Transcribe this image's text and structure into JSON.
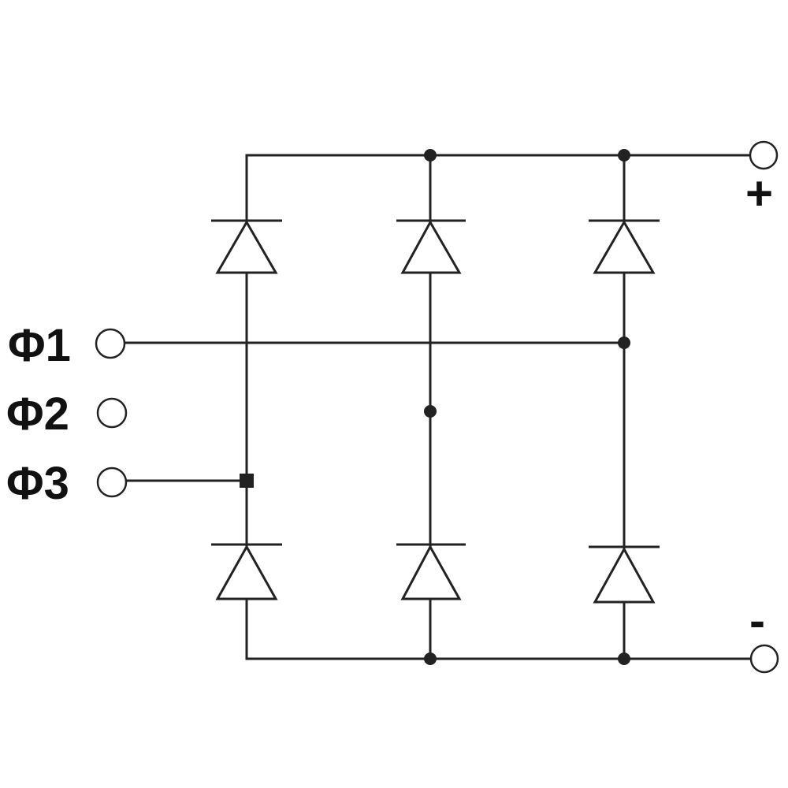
{
  "terminals": {
    "phase1": "Φ1",
    "phase2": "Φ2",
    "phase3": "Φ3",
    "positive": "+",
    "negative": "-"
  },
  "colors": {
    "line": "#222222",
    "background": "#ffffff"
  }
}
